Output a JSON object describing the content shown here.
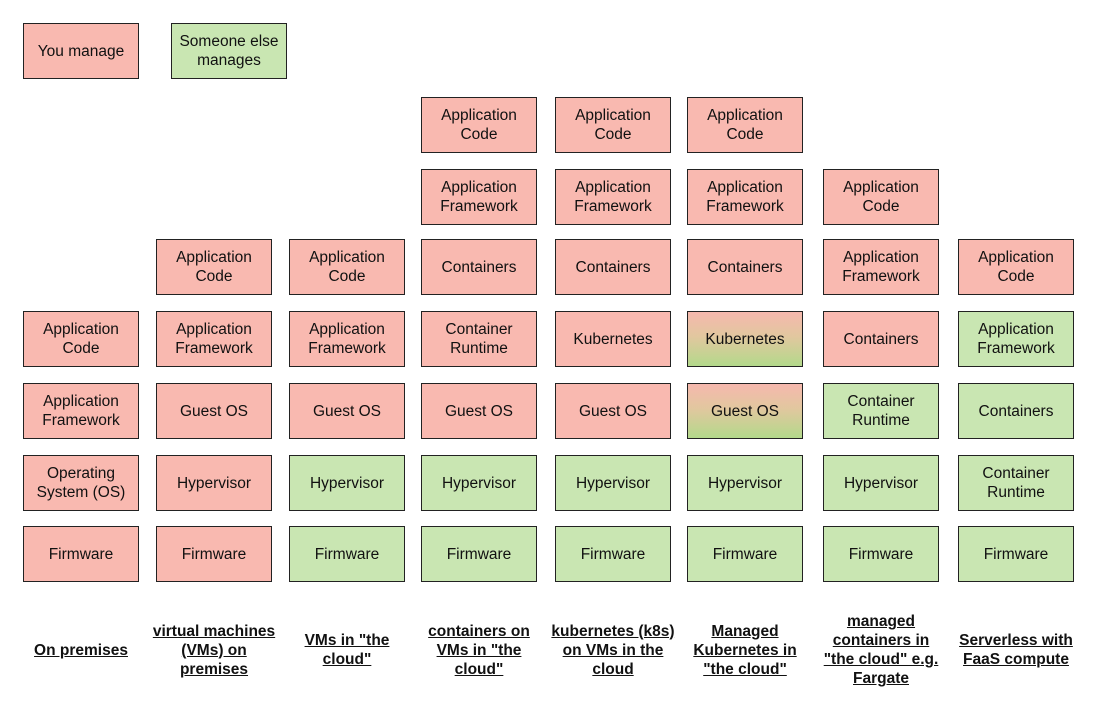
{
  "legend": {
    "you_manage": "You manage",
    "someone_else": "Someone else manages"
  },
  "columns": [
    {
      "label": "On premises",
      "stack": [
        {
          "text": "Application Code",
          "state": "you"
        },
        {
          "text": "Application Framework",
          "state": "you"
        },
        {
          "text": "Operating System (OS)",
          "state": "you"
        },
        {
          "text": "Firmware",
          "state": "you"
        }
      ]
    },
    {
      "label": "virtual machines (VMs) on premises",
      "stack": [
        {
          "text": "Application Code",
          "state": "you"
        },
        {
          "text": "Application Framework",
          "state": "you"
        },
        {
          "text": "Guest OS",
          "state": "you"
        },
        {
          "text": "Hypervisor",
          "state": "you"
        },
        {
          "text": "Firmware",
          "state": "you"
        }
      ]
    },
    {
      "label": "VMs in \"the cloud\"",
      "stack": [
        {
          "text": "Application Code",
          "state": "you"
        },
        {
          "text": "Application Framework",
          "state": "you"
        },
        {
          "text": "Guest OS",
          "state": "you"
        },
        {
          "text": "Hypervisor",
          "state": "else"
        },
        {
          "text": "Firmware",
          "state": "else"
        }
      ]
    },
    {
      "label": "containers on VMs in \"the cloud\"",
      "stack": [
        {
          "text": "Application Code",
          "state": "you"
        },
        {
          "text": "Application Framework",
          "state": "you"
        },
        {
          "text": "Containers",
          "state": "you"
        },
        {
          "text": "Container Runtime",
          "state": "you"
        },
        {
          "text": "Guest OS",
          "state": "you"
        },
        {
          "text": "Hypervisor",
          "state": "else"
        },
        {
          "text": "Firmware",
          "state": "else"
        }
      ]
    },
    {
      "label": "kubernetes (k8s) on VMs in the cloud",
      "stack": [
        {
          "text": "Application Code",
          "state": "you"
        },
        {
          "text": "Application Framework",
          "state": "you"
        },
        {
          "text": "Containers",
          "state": "you"
        },
        {
          "text": "Kubernetes",
          "state": "you"
        },
        {
          "text": "Guest OS",
          "state": "you"
        },
        {
          "text": "Hypervisor",
          "state": "else"
        },
        {
          "text": "Firmware",
          "state": "else"
        }
      ]
    },
    {
      "label": "Managed Kubernetes in \"the cloud\"",
      "stack": [
        {
          "text": "Application Code",
          "state": "you"
        },
        {
          "text": "Application Framework",
          "state": "you"
        },
        {
          "text": "Containers",
          "state": "you"
        },
        {
          "text": "Kubernetes",
          "state": "mixed"
        },
        {
          "text": "Guest OS",
          "state": "mixed"
        },
        {
          "text": "Hypervisor",
          "state": "else"
        },
        {
          "text": "Firmware",
          "state": "else"
        }
      ]
    },
    {
      "label": "managed containers in \"the cloud\" e.g. Fargate",
      "stack": [
        {
          "text": "Application Code",
          "state": "you"
        },
        {
          "text": "Application Framework",
          "state": "you"
        },
        {
          "text": "Containers",
          "state": "you"
        },
        {
          "text": "Container Runtime",
          "state": "else"
        },
        {
          "text": "Hypervisor",
          "state": "else"
        },
        {
          "text": "Firmware",
          "state": "else"
        }
      ]
    },
    {
      "label": "Serverless with FaaS compute",
      "stack": [
        {
          "text": "Application Code",
          "state": "you"
        },
        {
          "text": "Application Framework",
          "state": "else"
        },
        {
          "text": "Containers",
          "state": "else"
        },
        {
          "text": "Container Runtime",
          "state": "else"
        },
        {
          "text": "Firmware",
          "state": "else"
        }
      ]
    }
  ]
}
